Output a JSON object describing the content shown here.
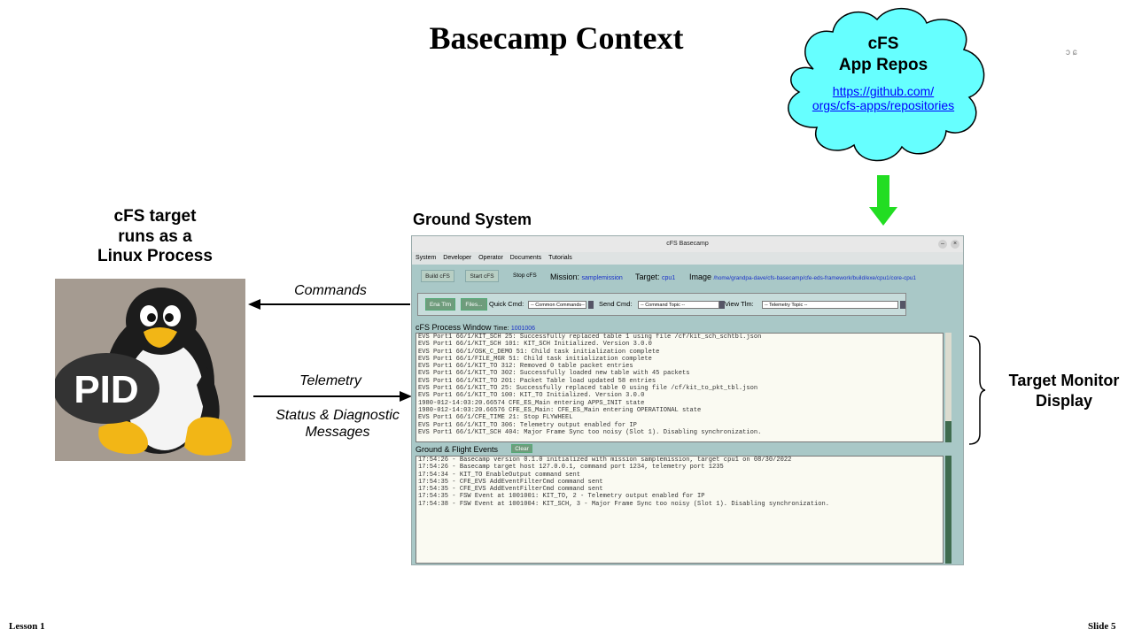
{
  "title": "Basecamp Context",
  "cloud": {
    "title_line1": "cFS",
    "title_line2": "App Repos",
    "link_line1": "https://github.com/",
    "link_line2": "orgs/cfs-apps/repositories",
    "fill_color": "#66ffff"
  },
  "corner_mark": "ɔ ɕ",
  "target": {
    "line1": "cFS target",
    "line2": "runs as a",
    "line3": "Linux Process",
    "pid_label": "PID"
  },
  "ground_system_label": "Ground System",
  "arrows": {
    "commands": "Commands",
    "telemetry": "Telemetry",
    "status_line1": "Status & Diagnostic",
    "status_line2": "Messages",
    "green_arrow_color": "#22dd22"
  },
  "target_monitor": {
    "line1": "Target Monitor",
    "line2": "Display"
  },
  "window": {
    "title": "cFS Basecamp",
    "menu": [
      "System",
      "Developer",
      "Operator",
      "Documents",
      "Tutorials"
    ],
    "buttons": {
      "build": "Build cFS",
      "start": "Start cFS",
      "stop": "Stop cFS"
    },
    "mission_label": "Mission:",
    "mission_value": "samplemission",
    "target_label": "Target:",
    "target_value": "cpu1",
    "image_label": "Image",
    "image_value": "/home/grandpa-dave/cfs-basecamp/cfe-eds-framework/build/exe/cpu1/core-cpu1",
    "panel": {
      "ena_tlm": "Ena Tlm",
      "files": "Files...",
      "quick_cmd_label": "Quick Cmd:",
      "quick_cmd_value": "-- Common Commands--",
      "send_cmd_label": "Send Cmd:",
      "send_cmd_value": "-- Command Topic --",
      "view_tlm_label": "View Tlm:",
      "view_tlm_value": "-- Telemetry Topic --"
    },
    "process_window_label": "cFS Process Window",
    "time_label": "Time:",
    "time_value": "1001006",
    "process_log": [
      "EVS Port1 66/1/KIT_SCH 25: Successfully replaced table 1 using file /cf/kit_sch_schtbl.json",
      "EVS Port1 66/1/KIT_SCH 101: KIT_SCH Initialized. Version 3.0.0",
      "EVS Port1 66/1/OSK_C_DEMO 51: Child task initialization complete",
      "EVS Port1 66/1/FILE_MGR 51: Child task initialization complete",
      "EVS Port1 66/1/KIT_TO 312: Removed 0 table packet entries",
      "EVS Port1 66/1/KIT_TO 302: Successfully loaded new table with 45 packets",
      "EVS Port1 66/1/KIT_TO 201: Packet Table load updated 58 entries",
      "EVS Port1 66/1/KIT_TO 25: Successfully replaced table 0 using file /cf/kit_to_pkt_tbl.json",
      "EVS Port1 66/1/KIT_TO 100: KIT_TO Initialized. Version 3.0.0",
      "1980-012-14:03:20.66574 CFE_ES_Main entering APPS_INIT state",
      "1980-012-14:03:20.66576 CFE_ES_Main: CFE_ES_Main entering OPERATIONAL state",
      "EVS Port1 66/1/CFE_TIME 21: Stop FLYWHEEL",
      "EVS Port1 66/1/KIT_TO 306: Telemetry output enabled for IP",
      "EVS Port1 66/1/KIT_SCH 404: Major Frame Sync too noisy (Slot 1). Disabling synchronization."
    ],
    "events_label": "Ground & Flight Events",
    "clear_button": "Clear",
    "events_log": [
      "17:54:26 - Basecamp version 0.1.0 initialized with mission samplemission, target cpu1 on 08/30/2022",
      "17:54:26 - Basecamp target host 127.0.0.1, command port 1234, telemetry port 1235",
      "17:54:34 - KIT_TO EnableOutput command sent",
      "17:54:35 - CFE_EVS AddEventFilterCmd command sent",
      "17:54:35 - CFE_EVS AddEventFilterCmd command sent",
      "17:54:35 - FSW Event at 1001001: KIT_TO, 2 - Telemetry output enabled for IP",
      "17:54:38 - FSW Event at 1001004: KIT_SCH, 3 - Major Frame Sync too noisy (Slot 1). Disabling synchronization."
    ]
  },
  "footer": {
    "left": "Lesson 1",
    "right": "Slide 5"
  }
}
